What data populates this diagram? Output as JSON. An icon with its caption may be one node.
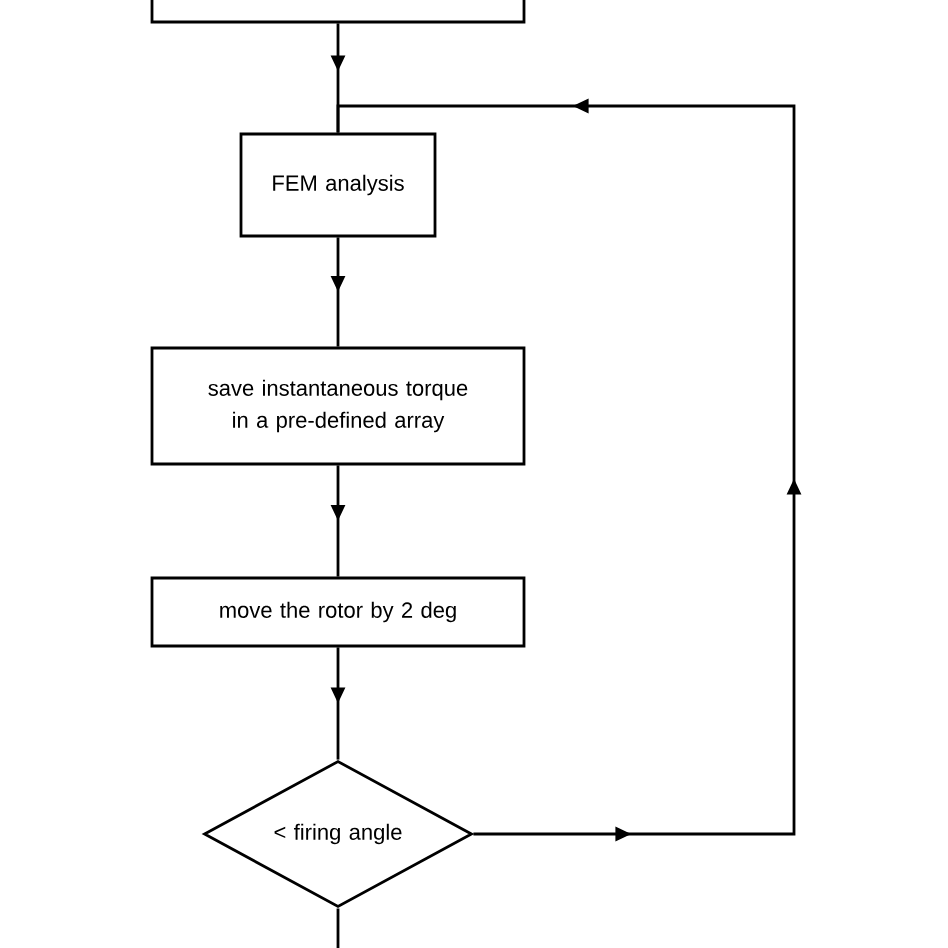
{
  "diagram": {
    "nodes": [
      {
        "text": [],
        "shape": "box"
      },
      {
        "text": [
          "FEM analysis"
        ]
      },
      {
        "text": [
          "save instantaneous torque in a pre-defined array"
        ]
      },
      {
        "text": [
          "move the rotor by 2 deg"
        ]
      },
      {
        "text": [
          "< firing angle"
        ]
      }
    ],
    "edges": [
      {
        "from": 0,
        "to": 1,
        "arrow": "to"
      },
      {
        "from": 1,
        "to": 2,
        "arrow": "to"
      },
      {
        "from": 2,
        "to": 3,
        "arrow": "to"
      },
      {
        "from": 3,
        "to": 4,
        "arrow": "to"
      },
      {
        "from": 4,
        "to": 1,
        "arrow": "to"
      },
      {
        "from": 4,
        "to": null,
        "arrow": "none"
      }
    ]
  }
}
